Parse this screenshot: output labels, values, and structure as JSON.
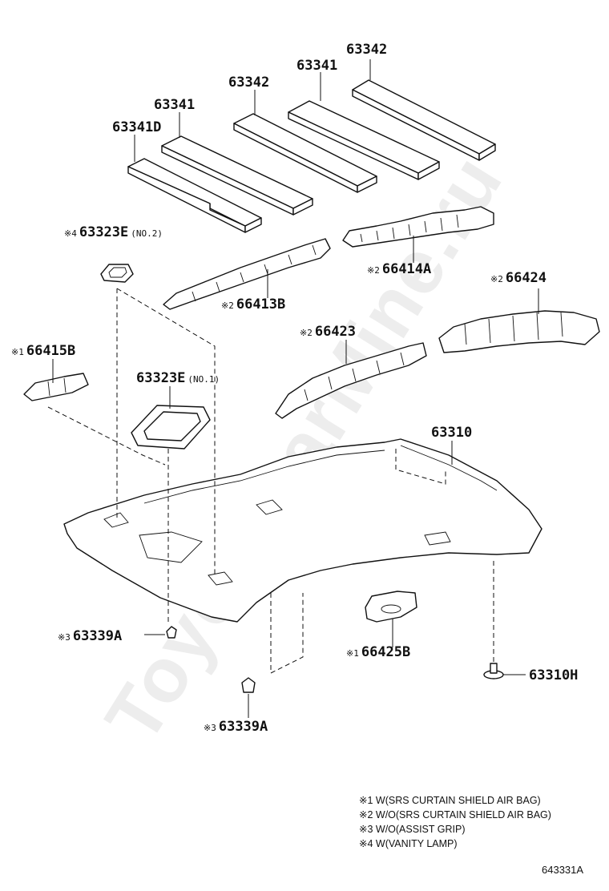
{
  "diagram": {
    "watermark": "ToyotaCarMine.ru",
    "figure_number": "643331A",
    "parts": {
      "p63342_right": "63342",
      "p63341_right": "63341",
      "p63342_mid": "63342",
      "p63341_mid": "63341",
      "p63341D": "63341D",
      "p63323E_no2": {
        "mark": "※4",
        "code": "63323E",
        "sub": "(NO.2)"
      },
      "p66414A": {
        "mark": "※2",
        "code": "66414A"
      },
      "p66413B": {
        "mark": "※2",
        "code": "66413B"
      },
      "p66424": {
        "mark": "※2",
        "code": "66424"
      },
      "p66415B": {
        "mark": "※1",
        "code": "66415B"
      },
      "p66423": {
        "mark": "※2",
        "code": "66423"
      },
      "p63323E_no1": {
        "code": "63323E",
        "sub": "(NO.1)"
      },
      "p63310": "63310",
      "p63339A_left": {
        "mark": "※3",
        "code": "63339A"
      },
      "p66425B": {
        "mark": "※1",
        "code": "66425B"
      },
      "p63310H": "63310H",
      "p63339A_bottom": {
        "mark": "※3",
        "code": "63339A"
      }
    },
    "notes": [
      "※1 W(SRS CURTAIN SHIELD AIR BAG)",
      "※2 W/O(SRS CURTAIN SHIELD AIR BAG)",
      "※3 W/O(ASSIST GRIP)",
      "※4 W(VANITY LAMP)"
    ]
  }
}
